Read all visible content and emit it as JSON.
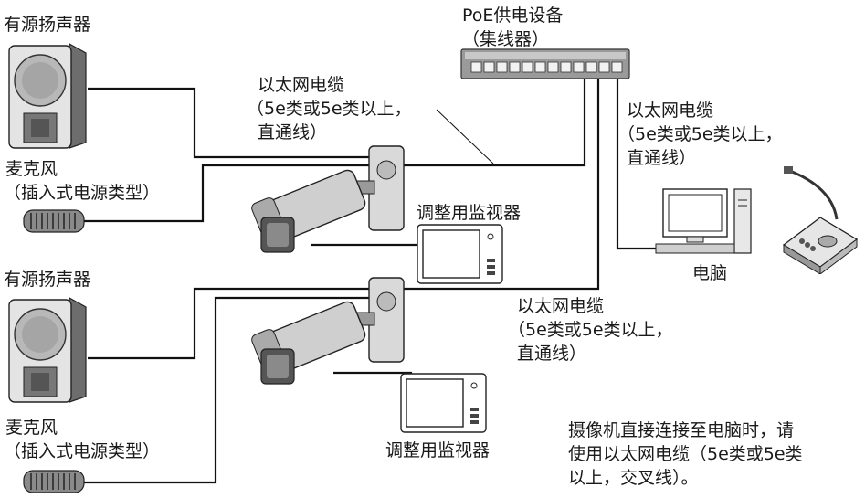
{
  "poe": {
    "title": "PoE供电设备",
    "subtitle": "（集线器）"
  },
  "group1": {
    "speaker_label": "有源扬声器",
    "mic_label": "麦克风",
    "mic_type": "（插入式电源类型）",
    "monitor_label": "调整用监视器"
  },
  "group2": {
    "speaker_label": "有源扬声器",
    "mic_label": "麦克风",
    "mic_type": "（插入式电源类型）",
    "monitor_label": "调整用监视器"
  },
  "cable_labels": [
    {
      "line1": "以太网电缆",
      "line2": "（5e类或5e类以上，",
      "line3": "直通线）"
    },
    {
      "line1": "以太网电缆",
      "line2": "（5e类或5e类以上，",
      "line3": "直通线）"
    },
    {
      "line1": "以太网电缆",
      "line2": "（5e类或5e类以上，",
      "line3": "直通线）"
    }
  ],
  "pc_label": "电脑",
  "note": {
    "line1": "摄像机直接连接至电脑时，请",
    "line2": "使用以太网电缆（5e类或5e类",
    "line3": "以上，交叉线）。"
  }
}
